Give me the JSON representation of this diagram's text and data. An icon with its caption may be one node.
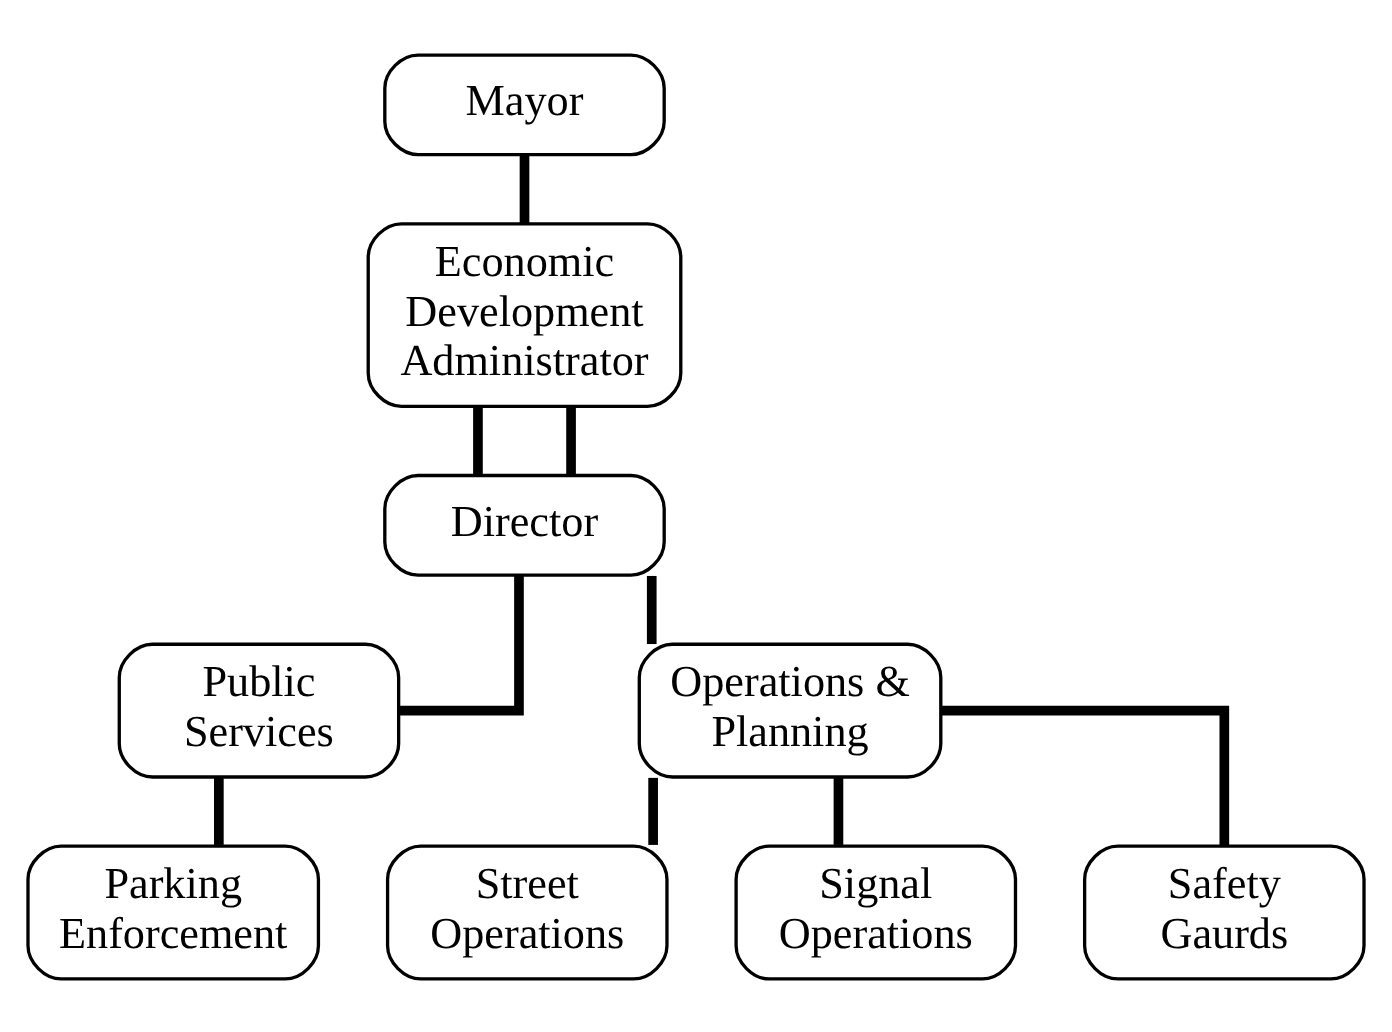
{
  "diagram": {
    "nodes": [
      {
        "text": [
          "Mayor"
        ]
      },
      {
        "text": [
          "Economic Development Administrator"
        ]
      },
      {
        "text": [
          "Director"
        ]
      },
      {
        "text": [
          "Public Services"
        ]
      },
      {
        "text": [
          "Operations & Planning"
        ]
      },
      {
        "text": [
          "Parking Enforcement"
        ]
      },
      {
        "text": [
          "Street Operations"
        ]
      },
      {
        "text": [
          "Signal Operations"
        ]
      },
      {
        "text": [
          "Safety Gaurds"
        ]
      }
    ],
    "edges": [
      {
        "from": 0,
        "to": 1,
        "arrow": "none"
      },
      {
        "from": 1,
        "to": 2,
        "arrow": "none"
      },
      {
        "from": 1,
        "to": 2,
        "arrow": "none"
      },
      {
        "from": 2,
        "to": 3,
        "arrow": "none"
      },
      {
        "from": 2,
        "to": 4,
        "arrow": "none"
      },
      {
        "from": 3,
        "to": 5,
        "arrow": "none"
      },
      {
        "from": 4,
        "to": 6,
        "arrow": "none"
      },
      {
        "from": 4,
        "to": 7,
        "arrow": "none"
      },
      {
        "from": 4,
        "to": 8,
        "arrow": "none"
      }
    ]
  }
}
